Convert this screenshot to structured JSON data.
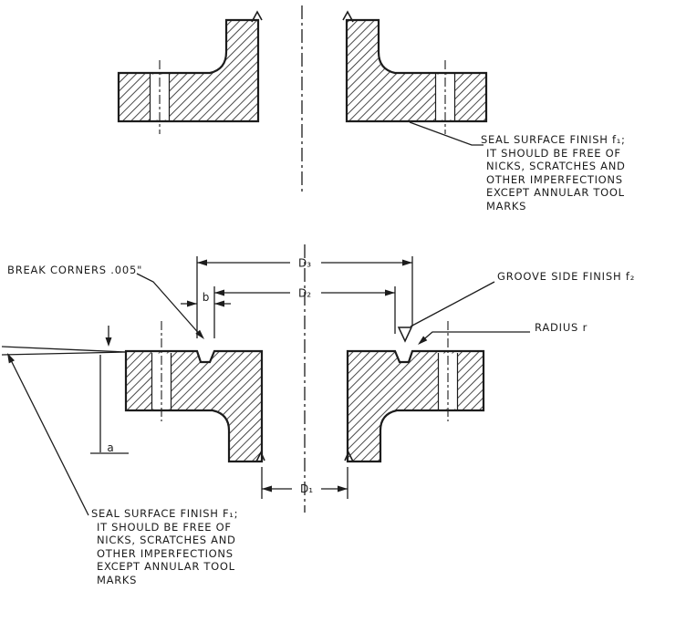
{
  "colors": {
    "ink": "#1c1c1c",
    "paper": "#ffffff"
  },
  "labels": {
    "break_corners": "BREAK CORNERS .005\"",
    "groove_side_finish": "GROOVE SIDE FINISH f₂",
    "radius": "RADIUS r",
    "dim_d3": "D₃",
    "dim_d2": "D₂",
    "dim_d1": "D₁",
    "dim_b": "b",
    "dim_a": "a"
  },
  "notes": {
    "top_seal_finish": {
      "lines": [
        "SEAL SURFACE FINISH f₁;",
        "IT SHOULD BE FREE OF",
        "NICKS, SCRATCHES AND",
        "OTHER IMPERFECTIONS",
        "EXCEPT ANNULAR TOOL",
        "MARKS"
      ]
    },
    "bottom_seal_finish": {
      "lines": [
        "SEAL SURFACE FINISH F₁;",
        "IT SHOULD BE FREE OF",
        "NICKS, SCRATCHES AND",
        "OTHER IMPERFECTIONS",
        "EXCEPT ANNULAR TOOL",
        "MARKS"
      ]
    }
  }
}
